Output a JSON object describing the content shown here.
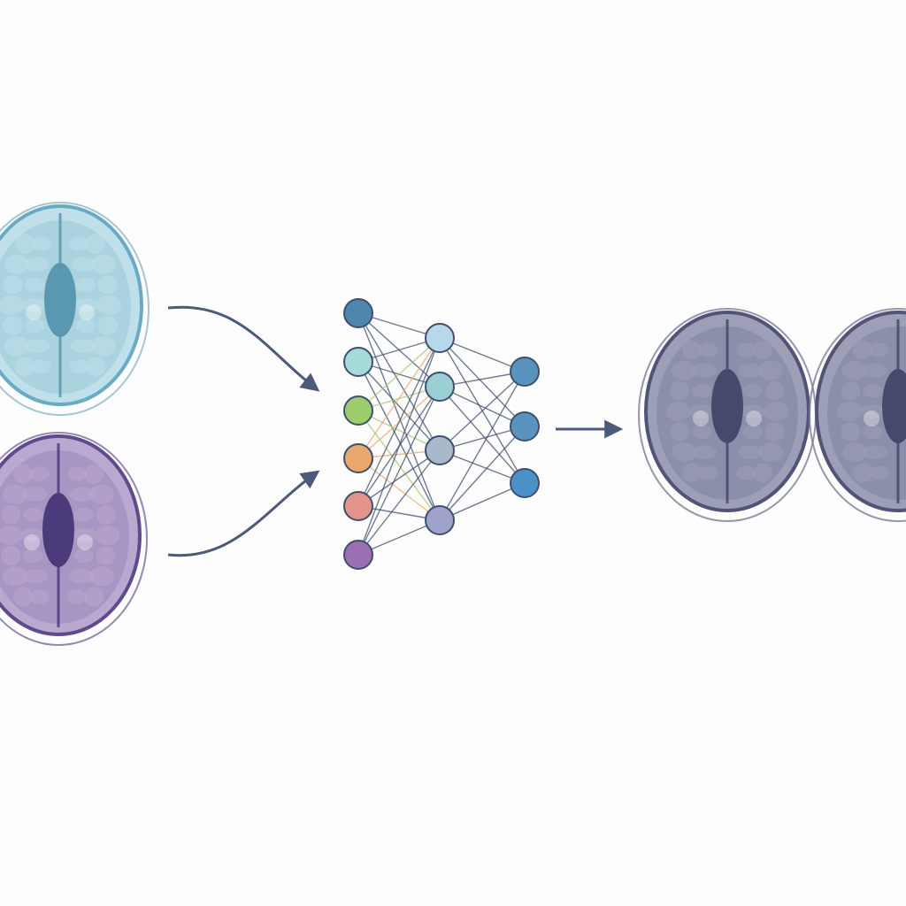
{
  "diagram": {
    "inputs": [
      {
        "name": "input-scan-blue",
        "fill": "#bfe0ea",
        "inner": "#a9d1de",
        "rim": "#6aabc3",
        "halo": "#8fb8c9",
        "core": "#5a97b0"
      },
      {
        "name": "input-scan-purple",
        "fill": "#b9a8cf",
        "inner": "#a592c2",
        "rim": "#5f4a8e",
        "halo": "#7b6aa0",
        "core": "#4c3b7a"
      }
    ],
    "outputs": [
      {
        "name": "output-scan-1",
        "fill": "#9d9fb6",
        "inner": "#8b8da8",
        "rim": "#505476",
        "halo": "#7a7d99",
        "core": "#45496c"
      },
      {
        "name": "output-scan-2",
        "fill": "#9d9fb6",
        "inner": "#8b8da8",
        "rim": "#505476",
        "halo": "#7a7d99",
        "core": "#45496c"
      }
    ],
    "network": {
      "layers": [
        [
          "#4f86ad",
          "#a6dcd8",
          "#9ccc6c",
          "#eaa86c",
          "#e2948a",
          "#9b6fb2"
        ],
        [
          "#b9d7ea",
          "#9bcfd6",
          "#a9b9cc",
          "#9fa3c9"
        ],
        [
          "#5b93bf",
          "#5b93bf",
          "#4c90c8"
        ]
      ],
      "edge_color": "#3f4f6e",
      "node_stroke": "#3f4f6e"
    },
    "arrow_color": "#4b5a78"
  }
}
